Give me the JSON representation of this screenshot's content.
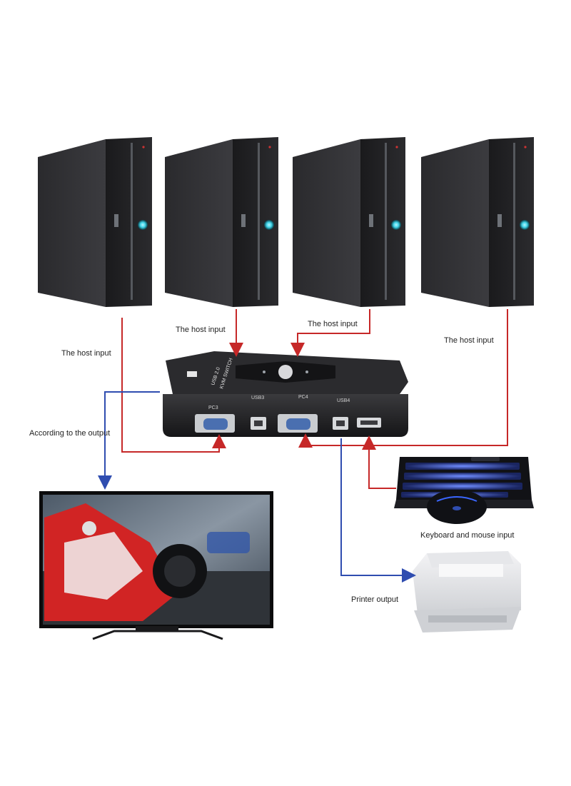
{
  "labels": {
    "host_input_1": "The host input",
    "host_input_2": "The host input",
    "host_input_3": "The host input",
    "host_input_4": "The host input",
    "output": "According to the output",
    "keyboard_mouse": "Keyboard and mouse input",
    "printer": "Printer output"
  },
  "switch": {
    "title_line1": "USB 2.0",
    "title_line2": "KVM SWITCH",
    "port_pc3": "PC3",
    "port_usb3": "USB3",
    "port_pc4": "PC4",
    "port_usb4": "USB4"
  },
  "colors": {
    "input_line": "#c62828",
    "output_line": "#2f4db0",
    "device_body": "#1f1f22",
    "led": "#3fd4e8"
  },
  "icons": [
    "tower-pc-icon",
    "kvm-switch-icon",
    "monitor-icon",
    "keyboard-icon",
    "mouse-icon",
    "printer-icon"
  ]
}
